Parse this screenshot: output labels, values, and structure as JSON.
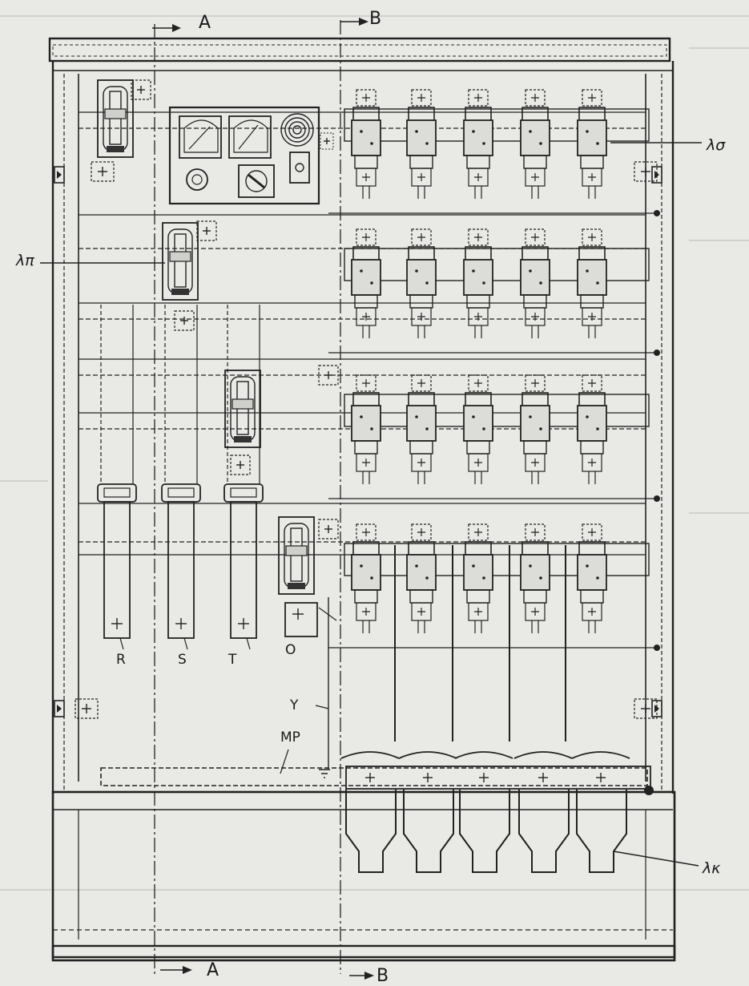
{
  "section_markers": {
    "a_top": "A",
    "b_top": "B",
    "a_bottom": "A",
    "b_bottom": "B"
  },
  "callouts": {
    "main_breaker": "λπ",
    "outgoing_fuses": "λσ",
    "cable_terminals": "λκ"
  },
  "busbars": {
    "r": "R",
    "s": "S",
    "t": "T",
    "o": "O"
  },
  "labels": {
    "y": "Y",
    "mp": "MP"
  },
  "fuse_grid": {
    "rows": 4,
    "columns": 5
  },
  "bottom_terminals": {
    "count": 5
  }
}
